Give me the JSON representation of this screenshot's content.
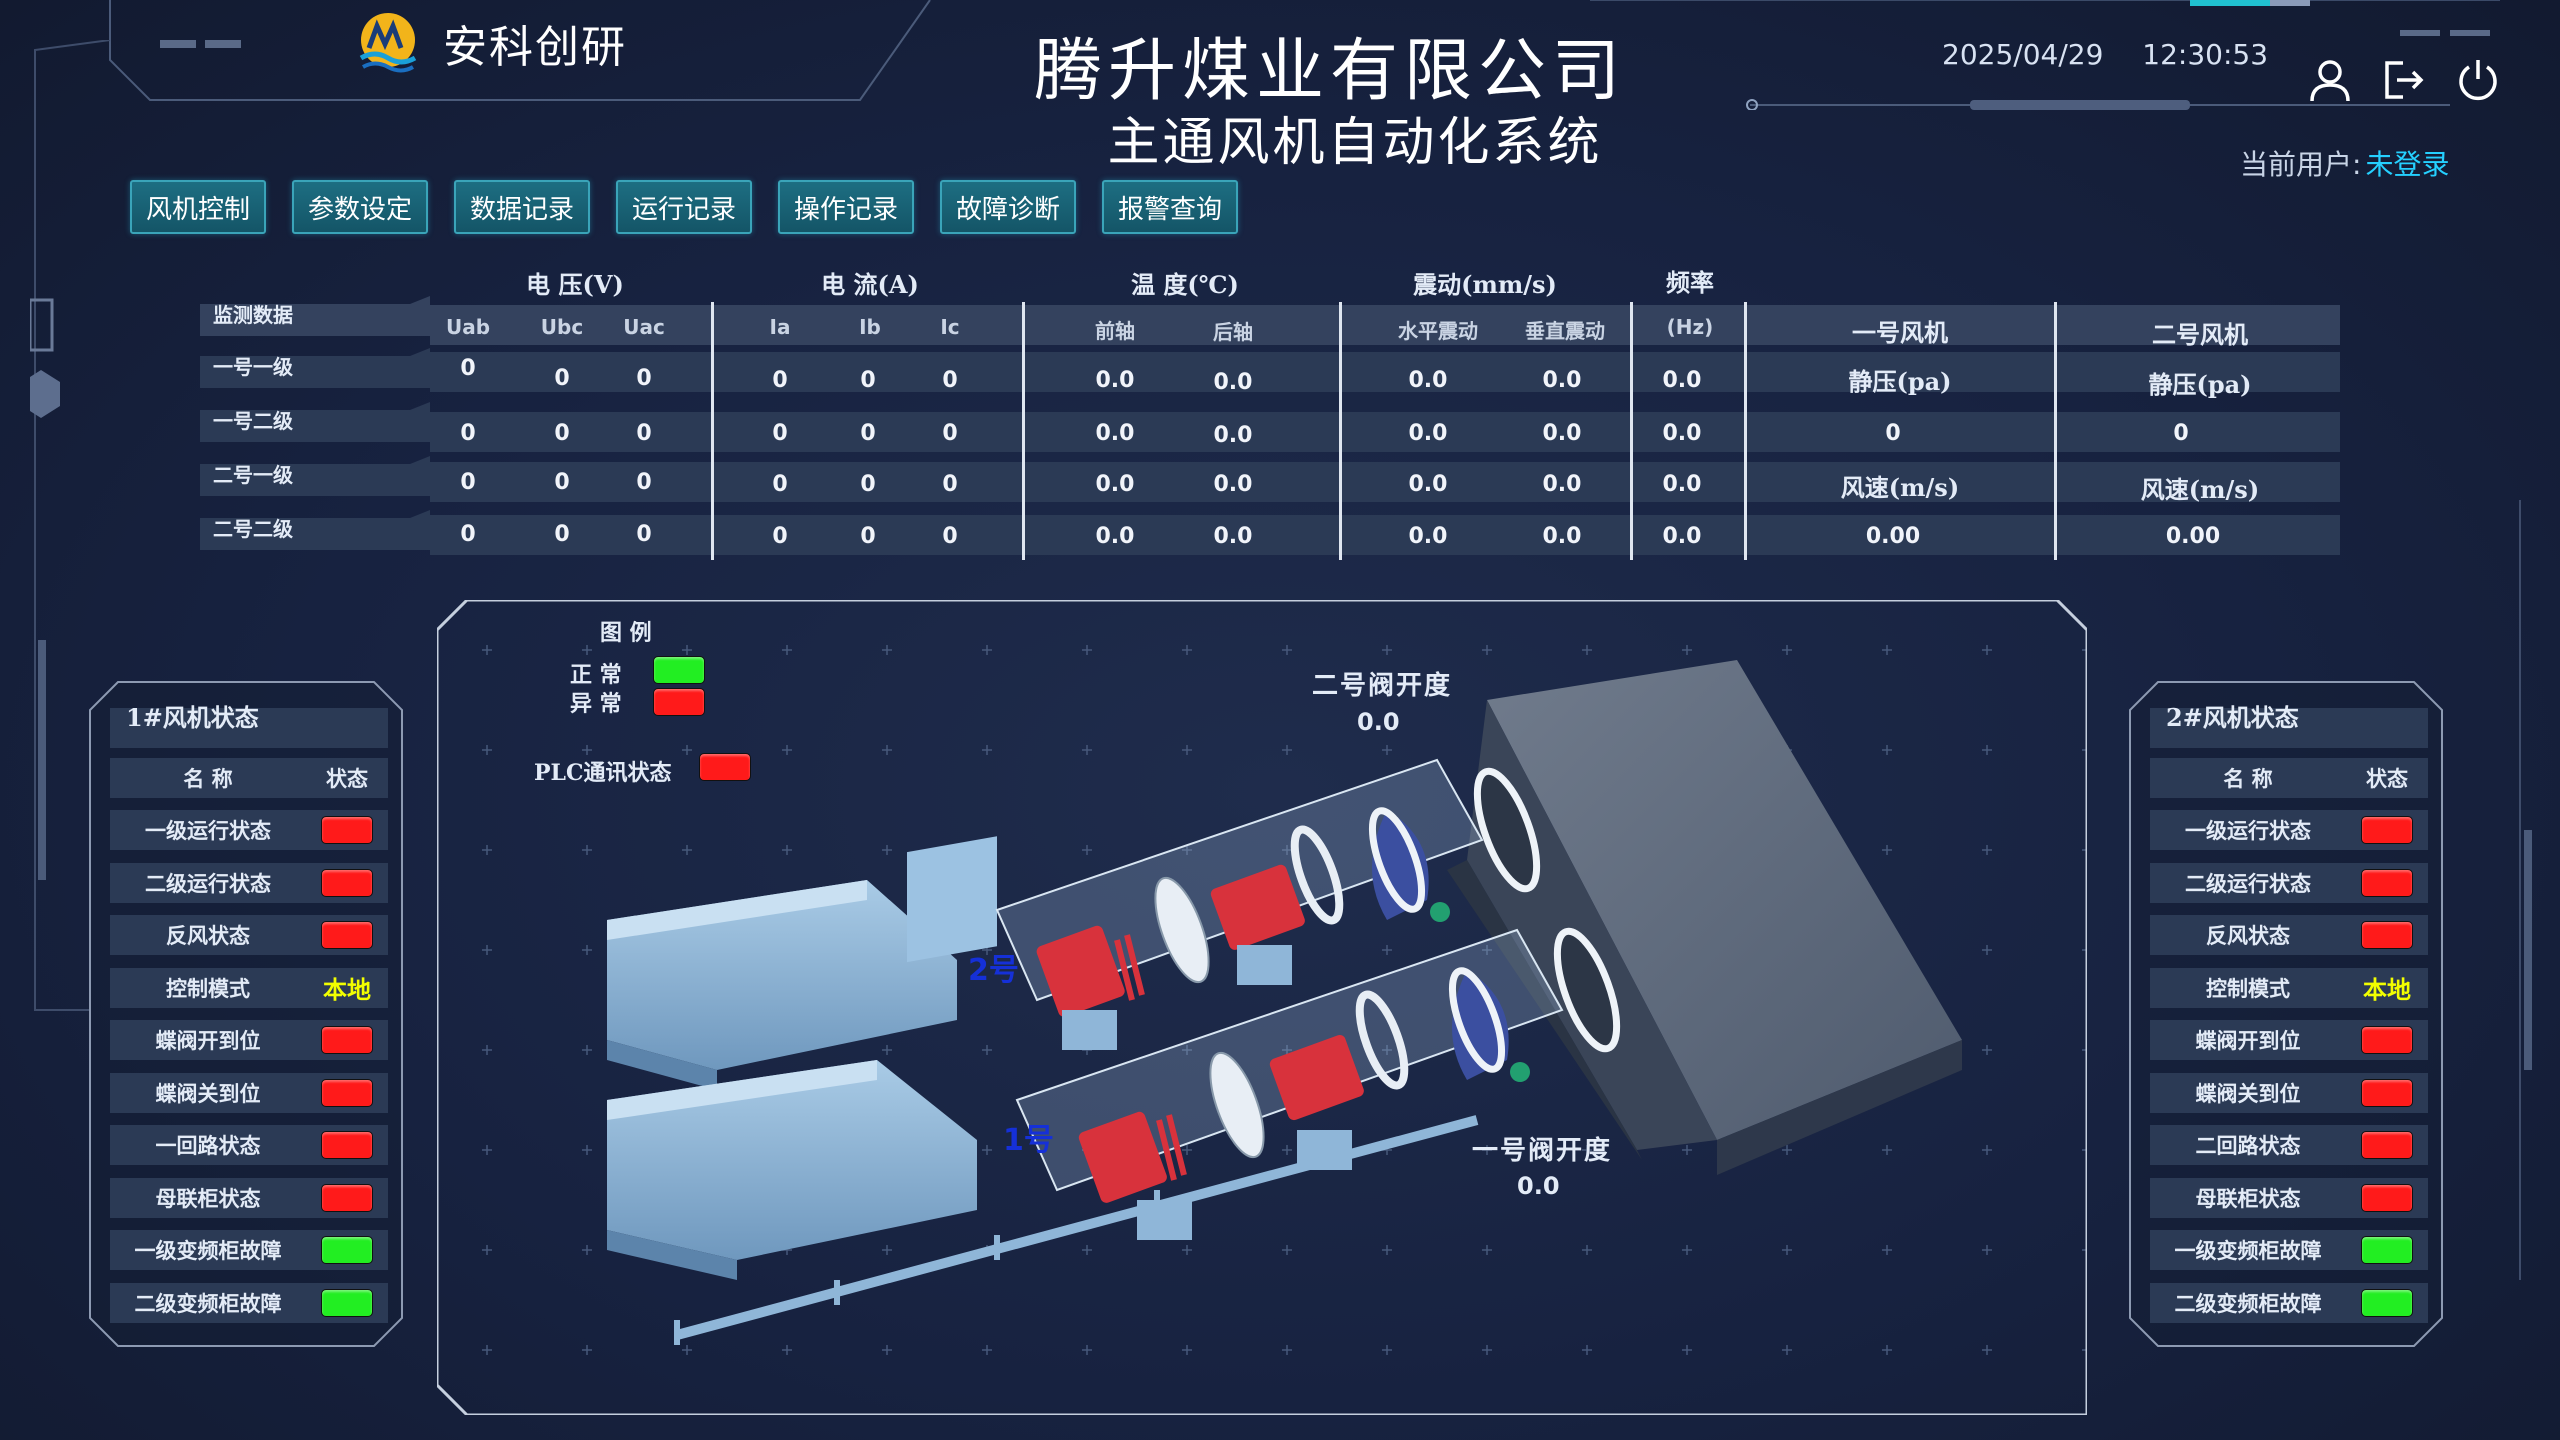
{
  "header": {
    "company_logo_text": "安科创研",
    "title_main": "腾升煤业有限公司",
    "title_sub": "主通风机自动化系统",
    "date": "2025/04/29",
    "time": "12:30:53",
    "current_user_label": "当前用户:",
    "current_user_value": "未登录",
    "icons": [
      "user-icon",
      "logout-icon",
      "power-icon"
    ]
  },
  "nav": [
    "风机控制",
    "参数设定",
    "数据记录",
    "运行记录",
    "操作记录",
    "故障诊断",
    "报警查询"
  ],
  "monitor": {
    "corner_label": "监测数据",
    "groups": {
      "voltage": "电 压(V)",
      "current": "电 流(A)",
      "temp": "温  度(℃)",
      "vibration": "震动(mm/s)",
      "freq": "频率"
    },
    "subheaders": [
      "Uab",
      "Ubc",
      "Uac",
      "Ia",
      "Ib",
      "Ic",
      "前轴",
      "后轴",
      "水平震动",
      "垂直震动",
      "(Hz)"
    ],
    "fan_headers": [
      "一号风机",
      "二号风机"
    ],
    "rows": [
      {
        "label": "一号一级",
        "values": [
          "0",
          "0",
          "0",
          "0",
          "0",
          "0",
          "0.0",
          "0.0",
          "0.0",
          "0.0",
          "0.0"
        ]
      },
      {
        "label": "一号二级",
        "values": [
          "0",
          "0",
          "0",
          "0",
          "0",
          "0",
          "0.0",
          "0.0",
          "0.0",
          "0.0",
          "0.0"
        ]
      },
      {
        "label": "二号一级",
        "values": [
          "0",
          "0",
          "0",
          "0",
          "0",
          "0",
          "0.0",
          "0.0",
          "0.0",
          "0.0",
          "0.0"
        ]
      },
      {
        "label": "二号二级",
        "values": [
          "0",
          "0",
          "0",
          "0",
          "0",
          "0",
          "0.0",
          "0.0",
          "0.0",
          "0.0",
          "0.0"
        ]
      }
    ],
    "fan_cells": {
      "fan1": [
        "静压(pa)",
        "0",
        "风速(m/s)",
        "0.00"
      ],
      "fan2": [
        "静压(pa)",
        "0",
        "风速(m/s)",
        "0.00"
      ]
    }
  },
  "legend": {
    "title": "图  例",
    "normal": "正  常",
    "abnormal": "异  常",
    "plc_label": "PLC通讯状态",
    "plc_state": "red"
  },
  "valves": {
    "v2_label": "二号阀开度",
    "v2_value": "0.0",
    "v1_label": "一号阀开度",
    "v1_value": "0.0"
  },
  "fan_tags": {
    "fan2": "2号",
    "fan1": "1号"
  },
  "panel1": {
    "title": "1#风机状态",
    "col_name": "名  称",
    "col_state": "状态",
    "rows": [
      {
        "name": "一级运行状态",
        "state": "red"
      },
      {
        "name": "二级运行状态",
        "state": "red"
      },
      {
        "name": "反风状态",
        "state": "red"
      },
      {
        "name": "控制模式",
        "state": "text",
        "text": "本地"
      },
      {
        "name": "蝶阀开到位",
        "state": "red"
      },
      {
        "name": "蝶阀关到位",
        "state": "red"
      },
      {
        "name": "一回路状态",
        "state": "red"
      },
      {
        "name": "母联柜状态",
        "state": "red"
      },
      {
        "name": "一级变频柜故障",
        "state": "green"
      },
      {
        "name": "二级变频柜故障",
        "state": "green"
      }
    ]
  },
  "panel2": {
    "title": "2#风机状态",
    "col_name": "名  称",
    "col_state": "状态",
    "rows": [
      {
        "name": "一级运行状态",
        "state": "red"
      },
      {
        "name": "二级运行状态",
        "state": "red"
      },
      {
        "name": "反风状态",
        "state": "red"
      },
      {
        "name": "控制模式",
        "state": "text",
        "text": "本地"
      },
      {
        "name": "蝶阀开到位",
        "state": "red"
      },
      {
        "name": "蝶阀关到位",
        "state": "red"
      },
      {
        "name": "二回路状态",
        "state": "red"
      },
      {
        "name": "母联柜状态",
        "state": "red"
      },
      {
        "name": "一级变频柜故障",
        "state": "green"
      },
      {
        "name": "二级变频柜故障",
        "state": "green"
      }
    ]
  },
  "colors": {
    "accent": "#25d0ff",
    "led_red": "#ff1a1a",
    "led_green": "#22ee22",
    "mode_text": "#f2ff00",
    "fan_body": "#8fb6d8",
    "motor": "#d8323c"
  }
}
